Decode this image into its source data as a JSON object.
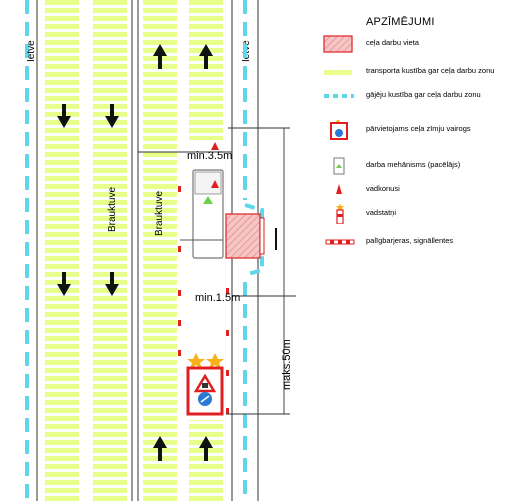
{
  "diagram": {
    "colors": {
      "lane_hatch": "#e8ff8c",
      "pedestrian_dash": "#5fd6ea",
      "work_zone_fill": "#f5c6c6",
      "work_zone_stroke": "#e03030",
      "cone": "#e02020",
      "sign_blue": "#2a7ad5",
      "star": "#f7b21a"
    },
    "labels": {
      "ietve_left": "Ietve",
      "ietve_right": "Ietve",
      "brauktuve_left": "Brauktuve",
      "brauktuve_right": "Brauktuve",
      "min_35": "min.3.5m",
      "min_15": "min.1.5m",
      "maks_50": "maks.50m"
    }
  },
  "legend": {
    "title": "APZĪMĒJUMI",
    "items": [
      {
        "icon": "work-zone-icon",
        "text": "ceļa darbu vieta"
      },
      {
        "icon": "vehicle-lane-icon",
        "text": "transporta kustība gar ceļa darbu zonu"
      },
      {
        "icon": "pedestrian-path-icon",
        "text": "gājēju kustība gar ceļa darbu zonu"
      },
      {
        "icon": "mobile-sign-icon",
        "text": "pārvietojams ceļa zīmju vairogs"
      },
      {
        "icon": "work-machine-icon",
        "text": "darba mehānisms (pacēlājs)"
      },
      {
        "icon": "traffic-cone-icon",
        "text": "vadkonusi"
      },
      {
        "icon": "guide-post-icon",
        "text": "vadstatņi"
      },
      {
        "icon": "barrier-icon",
        "text": "palīgbarjeras, signāllentes"
      }
    ]
  }
}
